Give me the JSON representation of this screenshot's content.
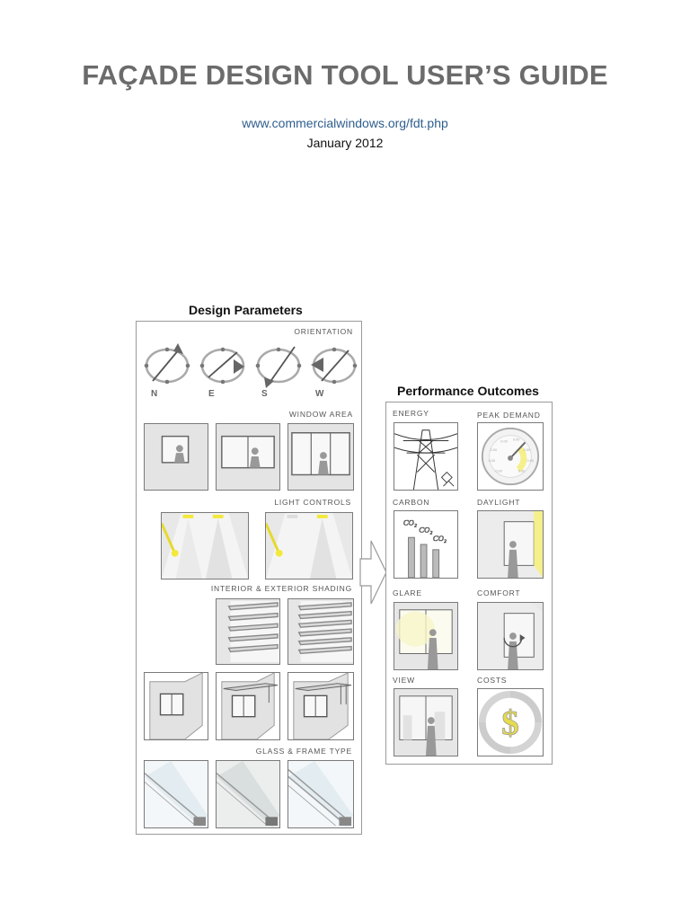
{
  "document": {
    "title": "FAÇADE DESIGN TOOL USER’S GUIDE",
    "url": "www.commercialwindows.org/fdt.php",
    "date": "January 2012"
  },
  "design_parameters": {
    "title": "Design Parameters",
    "orientation_label": "ORIENTATION",
    "directions": [
      "N",
      "E",
      "S",
      "W"
    ],
    "window_area_label": "WINDOW AREA",
    "light_controls_label": "LIGHT CONTROLS",
    "shading_label": "INTERIOR & EXTERIOR SHADING",
    "glass_frame_label": "GLASS & FRAME TYPE"
  },
  "performance_outcomes": {
    "title": "Performance Outcomes",
    "labels": {
      "energy": "ENERGY",
      "peak_demand": "PEAK DEMAND",
      "carbon": "CARBON",
      "daylight": "DAYLIGHT",
      "glare": "GLARE",
      "comfort": "COMFORT",
      "view": "VIEW",
      "costs": "COSTS"
    }
  },
  "colors": {
    "title_gray": "#6b6b6b",
    "link_blue": "#2f5e8e",
    "highlight_yellow": "#f5f08a"
  }
}
